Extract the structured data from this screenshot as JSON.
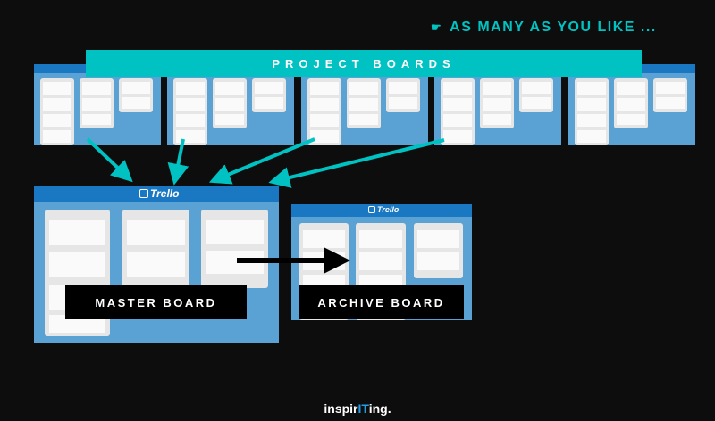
{
  "tagline": {
    "text": "AS MANY AS YOU LIKE ...",
    "icon": "pointing-hand-icon"
  },
  "banner": {
    "title": "PROJECT BOARDS"
  },
  "master": {
    "logo": "Trello",
    "label": "MASTER BOARD"
  },
  "archive": {
    "logo": "Trello",
    "label": "ARCHIVE BOARD"
  },
  "footer": {
    "prefix": "inspir",
    "highlight": "IT",
    "suffix": "ing."
  },
  "colors": {
    "background": "#0d0d0d",
    "accent": "#00c2c2",
    "board": "#5ba2d4",
    "board_header": "#1a78c2",
    "list": "#e6e6e6",
    "card": "#fafafa",
    "brand_it": "#1fa0e6"
  }
}
